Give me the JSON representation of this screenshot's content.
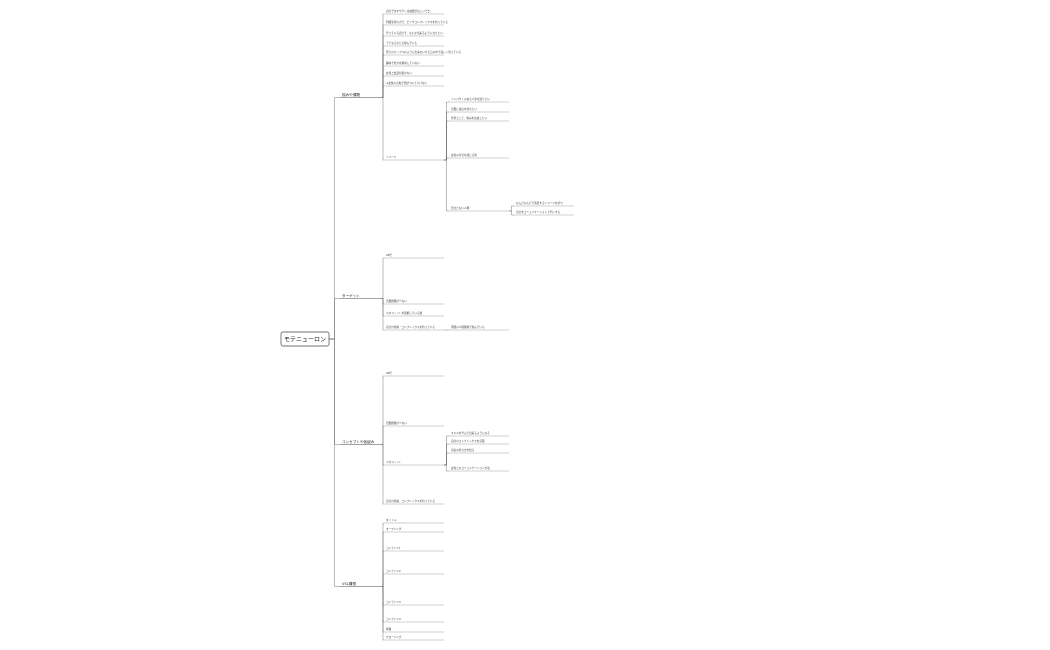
{
  "root": "モテニューロン",
  "branches": [
    "悩みや課題",
    "ターゲット",
    "コンセプトや仮組み",
    "VSL構想"
  ],
  "nodes_b1": [
    "自分でタオやテレ主婦層がおこいでき、",
    "同級生等の力で、ピンクコンプレックスを持っている",
    "行っている自分で、なにか出来るようになりたい",
    "モテなるかとも悩んでいる",
    "周りのカップルのように出来ないけど心の中で寂しく思っている",
    "趣味で何かを解決していない",
    "女性と会話が続かない",
    "★女性の言動で頭がついていけない"
  ],
  "nodes_mid": [
    "イメージ",
    "インパクトのある人生を送りたい",
    "恋愛に自信を持ちたい",
    "背景として、悩みを払拭したい",
    "女性の幸せを感じる時",
    "目立たない人柄",
    "なんだかんだで満足するイメージを持つ",
    "自分をコミュニケーション上手にする"
  ],
  "nodes_t": [
    "20代",
    "恋愛経験が少ない",
    "ベネフィットを理解している層",
    "自分の性格・コンプレックスを持っている",
    "周囲の人間関係で悩んでいる"
  ],
  "nodes_c": [
    "20代",
    "恋愛経験が少ない",
    "ベネフィット",
    "スキルを学んで出来るようになる",
    "自分のコンプレックスを克服",
    "自信の持ち方を知る",
    "女性とのコミュニケーション方法",
    "自分の性格、コンプレックスを持っている"
  ],
  "nodes_v": [
    "タイトル",
    "オープニング",
    "コンテンツ1",
    "コンテンツ2",
    "コンテンツ3",
    "コンテンツ4",
    "特典",
    "クロージング"
  ]
}
